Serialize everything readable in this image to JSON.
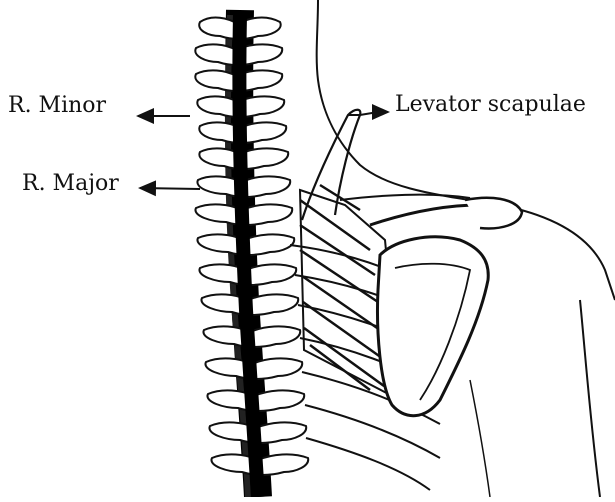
{
  "labels": {
    "minor": "R. Minor",
    "major": "R. Major",
    "levator": "Levator scapulae"
  },
  "colors": {
    "ink": "#111111",
    "background": "#ffffff"
  }
}
